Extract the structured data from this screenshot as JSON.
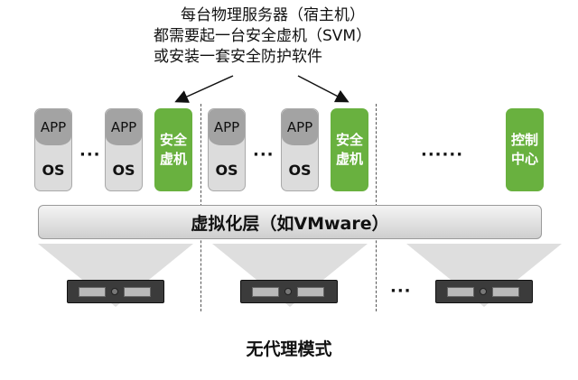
{
  "callout": {
    "line1": "每台物理服务器（宿主机）",
    "line2": "都需要起一台安全虚机（SVM）",
    "line3": "或安装一套安全防护软件"
  },
  "vm": {
    "app_label": "APP",
    "os_label": "OS"
  },
  "security_vm_label": "安全虚机",
  "control_center_label": "控制中心",
  "ellipsis_short": "···",
  "ellipsis_long": "······",
  "virtualization_layer": "虚拟化层（如VMware）",
  "caption": "无代理模式",
  "colors": {
    "green": "#69b13f",
    "vm_gray": "#dcdcdc",
    "app_gray": "#a3a3a3"
  }
}
